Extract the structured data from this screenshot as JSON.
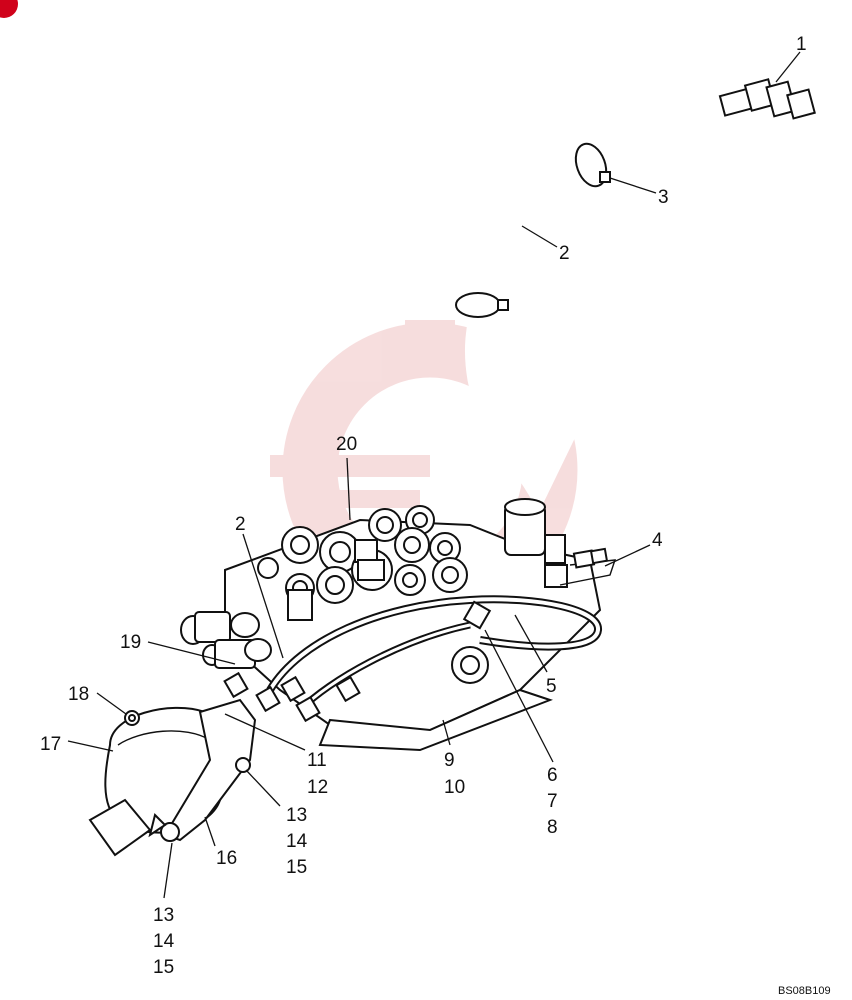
{
  "callouts": {
    "c1": "1",
    "c2a": "2",
    "c2b": "2",
    "c3": "3",
    "c4": "4",
    "c5": "5",
    "c6": "6",
    "c7": "7",
    "c8": "8",
    "c9": "9",
    "c10": "10",
    "c11": "11",
    "c12": "12",
    "c13a": "13",
    "c14a": "14",
    "c15a": "15",
    "c13b": "13",
    "c14b": "14",
    "c15b": "15",
    "c16": "16",
    "c17": "17",
    "c18": "18",
    "c19": "19",
    "c20": "20"
  },
  "drawing_code": "BS08B109",
  "watermark_color": "#e8a0a0",
  "corner_mark_color": "#d0021b"
}
